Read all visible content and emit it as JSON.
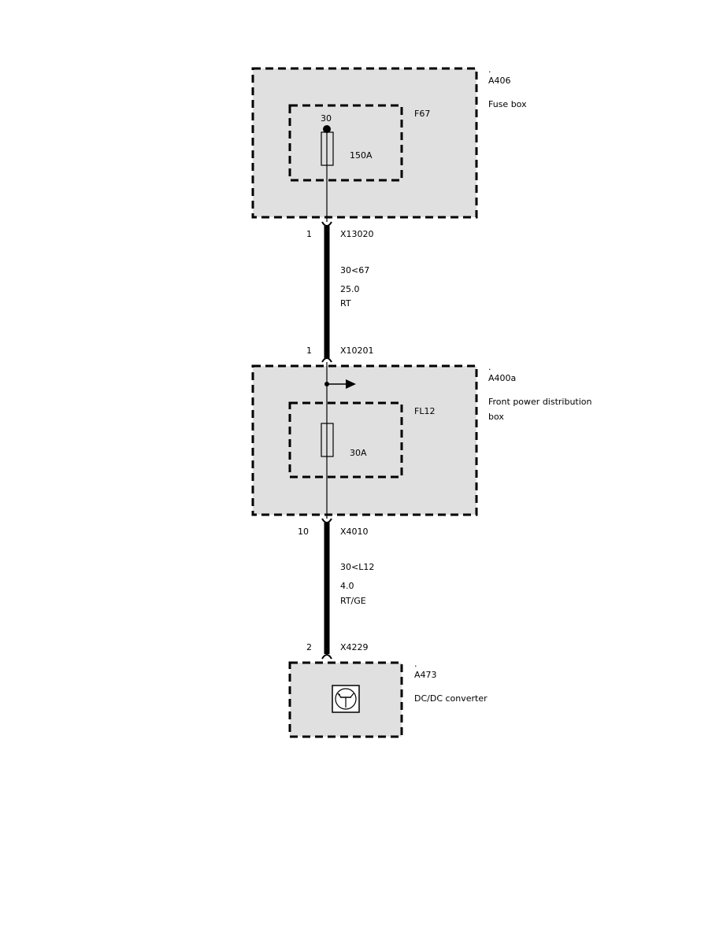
{
  "colors": {
    "box_fill": "#e0e0e0",
    "line": "#000000",
    "background": "#ffffff"
  },
  "components": {
    "fuse_box": {
      "dot": ".",
      "id": "A406",
      "name": "Fuse box",
      "fuse": {
        "id": "F67",
        "terminal": "30",
        "rating": "150A"
      }
    },
    "front_power_box": {
      "dot": ".",
      "id": "A400a",
      "name_line1": "Front power distribution",
      "name_line2": "box",
      "fuse": {
        "id": "FL12",
        "rating": "30A"
      }
    },
    "dcdc": {
      "dot": ".",
      "id": "A473",
      "name": "DC/DC converter",
      "icon": "transistor-icon"
    }
  },
  "connectors": {
    "x13020": {
      "pin": "1",
      "id": "X13020"
    },
    "x10201": {
      "pin": "1",
      "id": "X10201"
    },
    "x4010": {
      "pin": "10",
      "id": "X4010"
    },
    "x4229": {
      "pin": "2",
      "id": "X4229"
    }
  },
  "wires": {
    "w1": {
      "signal": "30<67",
      "cross_section": "25.0",
      "color": "RT"
    },
    "w2": {
      "signal": "30<L12",
      "cross_section": "4.0",
      "color": "RT/GE"
    }
  },
  "branch": {
    "icon": "arrow-right-icon"
  }
}
